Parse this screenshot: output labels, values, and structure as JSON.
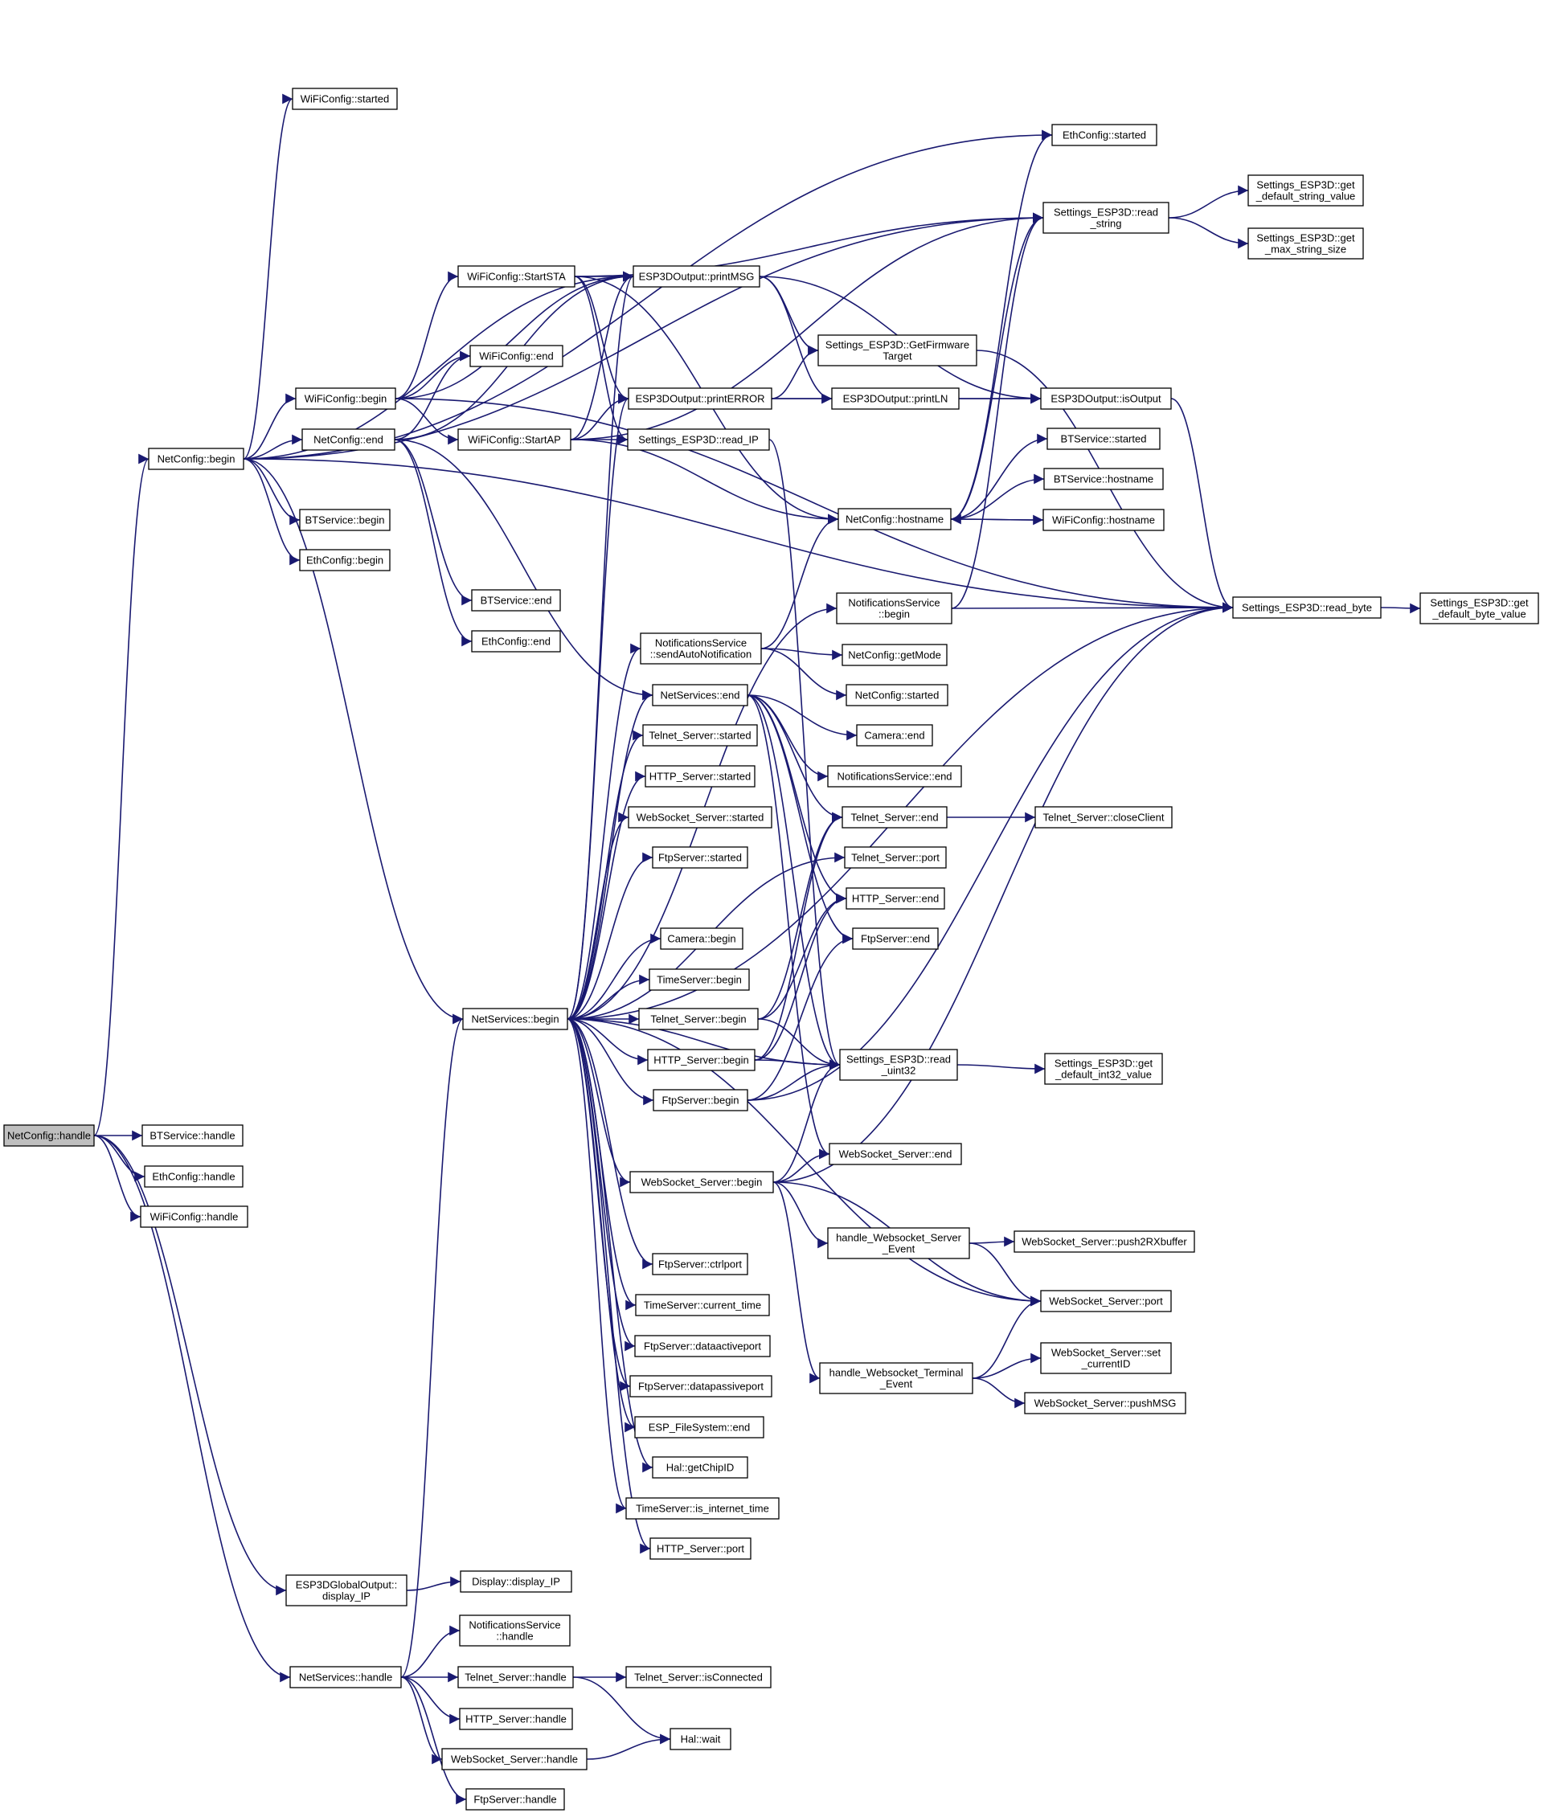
{
  "graph": {
    "root": "NetConfig::handle",
    "nodes": [
      {
        "id": "n_root",
        "label": [
          "NetConfig::handle"
        ],
        "highlighted": true
      },
      {
        "id": "n_netcfg_begin",
        "label": [
          "NetConfig::begin"
        ]
      },
      {
        "id": "n_bt_handle",
        "label": [
          "BTService::handle"
        ]
      },
      {
        "id": "n_eth_handle",
        "label": [
          "EthConfig::handle"
        ]
      },
      {
        "id": "n_wifi_handle",
        "label": [
          "WiFiConfig::handle"
        ]
      },
      {
        "id": "n_global_displayip",
        "label": [
          "ESP3DGlobalOutput::",
          "display_IP"
        ]
      },
      {
        "id": "n_netsvc_handle",
        "label": [
          "NetServices::handle"
        ]
      },
      {
        "id": "n_wifi_started",
        "label": [
          "WiFiConfig::started"
        ]
      },
      {
        "id": "n_wifi_begin",
        "label": [
          "WiFiConfig::begin"
        ]
      },
      {
        "id": "n_netcfg_end",
        "label": [
          "NetConfig::end"
        ]
      },
      {
        "id": "n_bt_begin",
        "label": [
          "BTService::begin"
        ]
      },
      {
        "id": "n_eth_begin",
        "label": [
          "EthConfig::begin"
        ]
      },
      {
        "id": "n_wifi_startsta",
        "label": [
          "WiFiConfig::StartSTA"
        ]
      },
      {
        "id": "n_wifi_end",
        "label": [
          "WiFiConfig::end"
        ]
      },
      {
        "id": "n_wifi_startap",
        "label": [
          "WiFiConfig::StartAP"
        ]
      },
      {
        "id": "n_bt_end",
        "label": [
          "BTService::end"
        ]
      },
      {
        "id": "n_eth_end",
        "label": [
          "EthConfig::end"
        ]
      },
      {
        "id": "n_netsvc_begin",
        "label": [
          "NetServices::begin"
        ]
      },
      {
        "id": "n_display_ip",
        "label": [
          "Display::display_IP"
        ]
      },
      {
        "id": "n_notif_handle",
        "label": [
          "NotificationsService",
          "::handle"
        ]
      },
      {
        "id": "n_telnet_handle",
        "label": [
          "Telnet_Server::handle"
        ]
      },
      {
        "id": "n_http_handle",
        "label": [
          "HTTP_Server::handle"
        ]
      },
      {
        "id": "n_ws_handle",
        "label": [
          "WebSocket_Server::handle"
        ]
      },
      {
        "id": "n_ftp_handle",
        "label": [
          "FtpServer::handle"
        ]
      },
      {
        "id": "n_out_printmsg",
        "label": [
          "ESP3DOutput::printMSG"
        ]
      },
      {
        "id": "n_out_printerror",
        "label": [
          "ESP3DOutput::printERROR"
        ]
      },
      {
        "id": "n_set_readip",
        "label": [
          "Settings_ESP3D::read_IP"
        ]
      },
      {
        "id": "n_notif_sendauto",
        "label": [
          "NotificationsService",
          "::sendAutoNotification"
        ]
      },
      {
        "id": "n_netsvc_end",
        "label": [
          "NetServices::end"
        ]
      },
      {
        "id": "n_telnet_started",
        "label": [
          "Telnet_Server::started"
        ]
      },
      {
        "id": "n_http_started",
        "label": [
          "HTTP_Server::started"
        ]
      },
      {
        "id": "n_ws_started",
        "label": [
          "WebSocket_Server::started"
        ]
      },
      {
        "id": "n_ftp_started",
        "label": [
          "FtpServer::started"
        ]
      },
      {
        "id": "n_camera_begin",
        "label": [
          "Camera::begin"
        ]
      },
      {
        "id": "n_time_begin",
        "label": [
          "TimeServer::begin"
        ]
      },
      {
        "id": "n_telnet_begin",
        "label": [
          "Telnet_Server::begin"
        ]
      },
      {
        "id": "n_http_begin",
        "label": [
          "HTTP_Server::begin"
        ]
      },
      {
        "id": "n_ftp_begin",
        "label": [
          "FtpServer::begin"
        ]
      },
      {
        "id": "n_ws_begin",
        "label": [
          "WebSocket_Server::begin"
        ]
      },
      {
        "id": "n_ftp_ctrlport",
        "label": [
          "FtpServer::ctrlport"
        ]
      },
      {
        "id": "n_time_current",
        "label": [
          "TimeServer::current_time"
        ]
      },
      {
        "id": "n_ftp_dataactive",
        "label": [
          "FtpServer::dataactiveport"
        ]
      },
      {
        "id": "n_ftp_datapassive",
        "label": [
          "FtpServer::datapassiveport"
        ]
      },
      {
        "id": "n_fs_end",
        "label": [
          "ESP_FileSystem::end"
        ]
      },
      {
        "id": "n_hal_chipid",
        "label": [
          "Hal::getChipID"
        ]
      },
      {
        "id": "n_time_isinternet",
        "label": [
          "TimeServer::is_internet_time"
        ]
      },
      {
        "id": "n_http_port",
        "label": [
          "HTTP_Server::port"
        ]
      },
      {
        "id": "n_telnet_isconnected",
        "label": [
          "Telnet_Server::isConnected"
        ]
      },
      {
        "id": "n_hal_wait",
        "label": [
          "Hal::wait"
        ]
      },
      {
        "id": "n_set_getfw",
        "label": [
          "Settings_ESP3D::GetFirmware",
          "Target"
        ]
      },
      {
        "id": "n_out_println",
        "label": [
          "ESP3DOutput::printLN"
        ]
      },
      {
        "id": "n_netcfg_hostname",
        "label": [
          "NetConfig::hostname"
        ]
      },
      {
        "id": "n_notif_begin",
        "label": [
          "NotificationsService",
          "::begin"
        ]
      },
      {
        "id": "n_netcfg_getmode",
        "label": [
          "NetConfig::getMode"
        ]
      },
      {
        "id": "n_netcfg_started",
        "label": [
          "NetConfig::started"
        ]
      },
      {
        "id": "n_camera_end",
        "label": [
          "Camera::end"
        ]
      },
      {
        "id": "n_notif_end",
        "label": [
          "NotificationsService::end"
        ]
      },
      {
        "id": "n_telnet_end",
        "label": [
          "Telnet_Server::end"
        ]
      },
      {
        "id": "n_telnet_port",
        "label": [
          "Telnet_Server::port"
        ]
      },
      {
        "id": "n_http_end",
        "label": [
          "HTTP_Server::end"
        ]
      },
      {
        "id": "n_ftp_end",
        "label": [
          "FtpServer::end"
        ]
      },
      {
        "id": "n_set_readuint32",
        "label": [
          "Settings_ESP3D::read",
          "_uint32"
        ]
      },
      {
        "id": "n_ws_end",
        "label": [
          "WebSocket_Server::end"
        ]
      },
      {
        "id": "n_handle_ws_event",
        "label": [
          "handle_Websocket_Server",
          "_Event"
        ]
      },
      {
        "id": "n_handle_term_event",
        "label": [
          "handle_Websocket_Terminal",
          "_Event"
        ]
      },
      {
        "id": "n_eth_started",
        "label": [
          "EthConfig::started"
        ]
      },
      {
        "id": "n_set_readstring",
        "label": [
          "Settings_ESP3D::read",
          "_string"
        ]
      },
      {
        "id": "n_out_isoutput",
        "label": [
          "ESP3DOutput::isOutput"
        ]
      },
      {
        "id": "n_bt_started",
        "label": [
          "BTService::started"
        ]
      },
      {
        "id": "n_bt_hostname",
        "label": [
          "BTService::hostname"
        ]
      },
      {
        "id": "n_wifi_hostname",
        "label": [
          "WiFiConfig::hostname"
        ]
      },
      {
        "id": "n_set_readbyte",
        "label": [
          "Settings_ESP3D::read_byte"
        ]
      },
      {
        "id": "n_telnet_closeclient",
        "label": [
          "Telnet_Server::closeClient"
        ]
      },
      {
        "id": "n_set_getdefint32",
        "label": [
          "Settings_ESP3D::get",
          "_default_int32_value"
        ]
      },
      {
        "id": "n_ws_push2rx",
        "label": [
          "WebSocket_Server::push2RXbuffer"
        ]
      },
      {
        "id": "n_ws_port",
        "label": [
          "WebSocket_Server::port"
        ]
      },
      {
        "id": "n_ws_setcurrentid",
        "label": [
          "WebSocket_Server::set",
          "_currentID"
        ]
      },
      {
        "id": "n_ws_pushmsg",
        "label": [
          "WebSocket_Server::pushMSG"
        ]
      },
      {
        "id": "n_set_getdefstring",
        "label": [
          "Settings_ESP3D::get",
          "_default_string_value"
        ]
      },
      {
        "id": "n_set_getmaxstring",
        "label": [
          "Settings_ESP3D::get",
          "_max_string_size"
        ]
      },
      {
        "id": "n_set_getdefbyte",
        "label": [
          "Settings_ESP3D::get",
          "_default_byte_value"
        ]
      }
    ],
    "edges": [
      [
        "n_root",
        "n_netcfg_begin"
      ],
      [
        "n_root",
        "n_bt_handle"
      ],
      [
        "n_root",
        "n_eth_handle"
      ],
      [
        "n_root",
        "n_wifi_handle"
      ],
      [
        "n_root",
        "n_global_displayip"
      ],
      [
        "n_root",
        "n_netsvc_handle"
      ],
      [
        "n_netcfg_begin",
        "n_wifi_started"
      ],
      [
        "n_netcfg_begin",
        "n_eth_started"
      ],
      [
        "n_netcfg_begin",
        "n_set_readstring"
      ],
      [
        "n_netcfg_begin",
        "n_out_printmsg"
      ],
      [
        "n_netcfg_begin",
        "n_wifi_begin"
      ],
      [
        "n_netcfg_begin",
        "n_netcfg_end"
      ],
      [
        "n_netcfg_begin",
        "n_bt_begin"
      ],
      [
        "n_netcfg_begin",
        "n_eth_begin"
      ],
      [
        "n_netcfg_begin",
        "n_set_readbyte"
      ],
      [
        "n_netcfg_begin",
        "n_netsvc_begin"
      ],
      [
        "n_wifi_begin",
        "n_wifi_startsta"
      ],
      [
        "n_wifi_begin",
        "n_out_printmsg"
      ],
      [
        "n_wifi_begin",
        "n_wifi_end"
      ],
      [
        "n_wifi_begin",
        "n_wifi_startap"
      ],
      [
        "n_wifi_begin",
        "n_set_readbyte"
      ],
      [
        "n_netcfg_end",
        "n_wifi_end"
      ],
      [
        "n_netcfg_end",
        "n_out_printmsg"
      ],
      [
        "n_netcfg_end",
        "n_bt_end"
      ],
      [
        "n_netcfg_end",
        "n_eth_end"
      ],
      [
        "n_netcfg_end",
        "n_netsvc_end"
      ],
      [
        "n_wifi_startsta",
        "n_out_printmsg"
      ],
      [
        "n_wifi_startsta",
        "n_set_readstring"
      ],
      [
        "n_wifi_startsta",
        "n_out_printerror"
      ],
      [
        "n_wifi_startsta",
        "n_set_readip"
      ],
      [
        "n_wifi_startsta",
        "n_netcfg_hostname"
      ],
      [
        "n_wifi_startap",
        "n_out_printmsg"
      ],
      [
        "n_wifi_startap",
        "n_out_printerror"
      ],
      [
        "n_wifi_startap",
        "n_set_readip"
      ],
      [
        "n_wifi_startap",
        "n_netcfg_hostname"
      ],
      [
        "n_wifi_startap",
        "n_set_readstring"
      ],
      [
        "n_netsvc_begin",
        "n_out_printmsg"
      ],
      [
        "n_netsvc_begin",
        "n_out_printerror"
      ],
      [
        "n_netsvc_begin",
        "n_notif_begin"
      ],
      [
        "n_netsvc_begin",
        "n_notif_sendauto"
      ],
      [
        "n_netsvc_begin",
        "n_netsvc_end"
      ],
      [
        "n_netsvc_begin",
        "n_telnet_started"
      ],
      [
        "n_netsvc_begin",
        "n_http_started"
      ],
      [
        "n_netsvc_begin",
        "n_ws_started"
      ],
      [
        "n_netsvc_begin",
        "n_ftp_started"
      ],
      [
        "n_netsvc_begin",
        "n_telnet_port"
      ],
      [
        "n_netsvc_begin",
        "n_camera_begin"
      ],
      [
        "n_netsvc_begin",
        "n_time_begin"
      ],
      [
        "n_netsvc_begin",
        "n_telnet_begin"
      ],
      [
        "n_netsvc_begin",
        "n_set_readuint32"
      ],
      [
        "n_netsvc_begin",
        "n_http_begin"
      ],
      [
        "n_netsvc_begin",
        "n_ftp_begin"
      ],
      [
        "n_netsvc_begin",
        "n_ws_begin"
      ],
      [
        "n_netsvc_begin",
        "n_set_readbyte"
      ],
      [
        "n_netsvc_begin",
        "n_ftp_ctrlport"
      ],
      [
        "n_netsvc_begin",
        "n_time_current"
      ],
      [
        "n_netsvc_begin",
        "n_ftp_dataactive"
      ],
      [
        "n_netsvc_begin",
        "n_ftp_datapassive"
      ],
      [
        "n_netsvc_begin",
        "n_fs_end"
      ],
      [
        "n_netsvc_begin",
        "n_hal_chipid"
      ],
      [
        "n_netsvc_begin",
        "n_time_isinternet"
      ],
      [
        "n_netsvc_begin",
        "n_http_port"
      ],
      [
        "n_netsvc_begin",
        "n_ws_port"
      ],
      [
        "n_global_displayip",
        "n_display_ip"
      ],
      [
        "n_netsvc_handle",
        "n_netsvc_begin"
      ],
      [
        "n_netsvc_handle",
        "n_notif_handle"
      ],
      [
        "n_netsvc_handle",
        "n_telnet_handle"
      ],
      [
        "n_netsvc_handle",
        "n_http_handle"
      ],
      [
        "n_netsvc_handle",
        "n_ws_handle"
      ],
      [
        "n_netsvc_handle",
        "n_ftp_handle"
      ],
      [
        "n_telnet_handle",
        "n_telnet_isconnected"
      ],
      [
        "n_telnet_handle",
        "n_hal_wait"
      ],
      [
        "n_ws_handle",
        "n_hal_wait"
      ],
      [
        "n_out_printmsg",
        "n_set_getfw"
      ],
      [
        "n_out_printmsg",
        "n_out_println"
      ],
      [
        "n_out_printmsg",
        "n_out_isoutput"
      ],
      [
        "n_out_printerror",
        "n_set_getfw"
      ],
      [
        "n_out_printerror",
        "n_out_println"
      ],
      [
        "n_out_printerror",
        "n_out_isoutput"
      ],
      [
        "n_out_println",
        "n_out_isoutput"
      ],
      [
        "n_set_readip",
        "n_set_readuint32"
      ],
      [
        "n_notif_sendauto",
        "n_netcfg_hostname"
      ],
      [
        "n_notif_sendauto",
        "n_netcfg_getmode"
      ],
      [
        "n_notif_sendauto",
        "n_netcfg_started"
      ],
      [
        "n_netsvc_end",
        "n_camera_end"
      ],
      [
        "n_netsvc_end",
        "n_notif_end"
      ],
      [
        "n_netsvc_end",
        "n_telnet_end"
      ],
      [
        "n_netsvc_end",
        "n_http_end"
      ],
      [
        "n_netsvc_end",
        "n_ftp_end"
      ],
      [
        "n_netsvc_end",
        "n_ws_end"
      ],
      [
        "n_netsvc_end",
        "n_set_readuint32"
      ],
      [
        "n_telnet_begin",
        "n_telnet_end"
      ],
      [
        "n_telnet_begin",
        "n_http_end"
      ],
      [
        "n_telnet_begin",
        "n_set_readuint32"
      ],
      [
        "n_http_begin",
        "n_telnet_end"
      ],
      [
        "n_http_begin",
        "n_http_end"
      ],
      [
        "n_http_begin",
        "n_set_readuint32"
      ],
      [
        "n_ftp_begin",
        "n_ftp_end"
      ],
      [
        "n_ftp_begin",
        "n_set_readuint32"
      ],
      [
        "n_ftp_begin",
        "n_set_readbyte"
      ],
      [
        "n_ws_begin",
        "n_ws_end"
      ],
      [
        "n_ws_begin",
        "n_set_readuint32"
      ],
      [
        "n_ws_begin",
        "n_set_readbyte"
      ],
      [
        "n_ws_begin",
        "n_handle_ws_event"
      ],
      [
        "n_ws_begin",
        "n_ws_port"
      ],
      [
        "n_ws_begin",
        "n_handle_term_event"
      ],
      [
        "n_netcfg_hostname",
        "n_set_readstring"
      ],
      [
        "n_netcfg_hostname",
        "n_bt_started"
      ],
      [
        "n_netcfg_hostname",
        "n_bt_hostname"
      ],
      [
        "n_netcfg_hostname",
        "n_wifi_hostname"
      ],
      [
        "n_netcfg_hostname",
        "n_eth_started"
      ],
      [
        "n_wifi_hostname",
        "n_netcfg_hostname"
      ],
      [
        "n_notif_begin",
        "n_set_readbyte"
      ],
      [
        "n_notif_begin",
        "n_set_readstring"
      ],
      [
        "n_telnet_end",
        "n_telnet_closeclient"
      ],
      [
        "n_set_readuint32",
        "n_set_getdefint32"
      ],
      [
        "n_handle_ws_event",
        "n_ws_push2rx"
      ],
      [
        "n_handle_ws_event",
        "n_ws_port"
      ],
      [
        "n_handle_term_event",
        "n_ws_setcurrentid"
      ],
      [
        "n_handle_term_event",
        "n_ws_pushmsg"
      ],
      [
        "n_handle_term_event",
        "n_ws_port"
      ],
      [
        "n_set_readstring",
        "n_set_getdefstring"
      ],
      [
        "n_set_readstring",
        "n_set_getmaxstring"
      ],
      [
        "n_out_isoutput",
        "n_set_readbyte"
      ],
      [
        "n_set_getfw",
        "n_set_readbyte"
      ],
      [
        "n_set_readbyte",
        "n_set_getdefbyte"
      ]
    ]
  }
}
